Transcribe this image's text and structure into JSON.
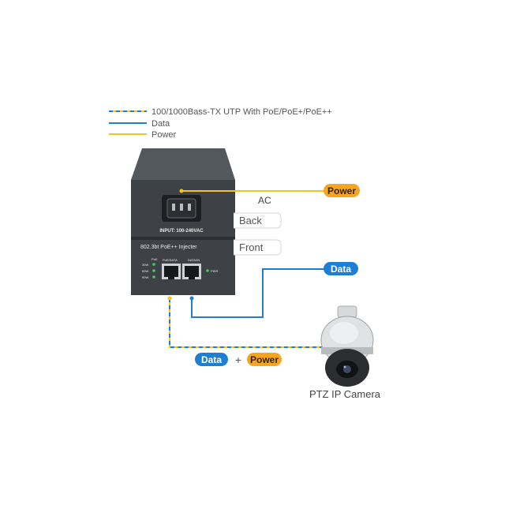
{
  "legend": {
    "items": [
      {
        "label": "100/1000Bass-TX UTP With PoE/PoE+/PoE++",
        "style": "combined"
      },
      {
        "label": "Data",
        "style": "data"
      },
      {
        "label": "Power",
        "style": "power"
      }
    ]
  },
  "colors": {
    "data": "#1e7fd2",
    "power": "#f7c21e",
    "data_pill_bg": "#1e7fd2",
    "power_pill_bg": "#f7a51e",
    "device_dark": "#3e4247"
  },
  "injector": {
    "back_panel": {
      "input_label": "INPUT: 100-240VAC"
    },
    "front_panel": {
      "model_label": "802.3bt PoE++ Injecter",
      "poe_led_label": "PoE",
      "led_labels": [
        "30W",
        "60W",
        "90W"
      ],
      "port_labels": [
        "PoE/DATA",
        "DATA/IN"
      ],
      "pwr_label": "PWR"
    }
  },
  "labels": {
    "ac": "AC",
    "back": "Back",
    "front": "Front",
    "power_pill": "Power",
    "data_pill": "Data",
    "combo_data": "Data",
    "combo_plus": "+",
    "combo_power": "Power",
    "camera": "PTZ IP Camera"
  }
}
